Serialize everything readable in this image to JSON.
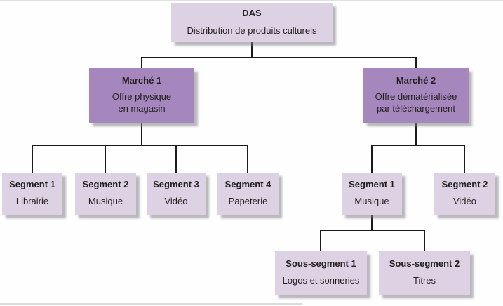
{
  "diagram": {
    "root": {
      "title": "DAS",
      "subtitle": "Distribution de produits culturels"
    },
    "markets": [
      {
        "title": "Marché 1",
        "subtitle": "Offre physique\nen magasin"
      },
      {
        "title": "Marché 2",
        "subtitle": "Offre dématérialisée\npar téléchargement"
      }
    ],
    "market1_segments": [
      {
        "title": "Segment 1",
        "subtitle": "Librairie"
      },
      {
        "title": "Segment 2",
        "subtitle": "Musique"
      },
      {
        "title": "Segment 3",
        "subtitle": "Vidéo"
      },
      {
        "title": "Segment 4",
        "subtitle": "Papeterie"
      }
    ],
    "market2_segments": [
      {
        "title": "Segment 1",
        "subtitle": "Musique"
      },
      {
        "title": "Segment 2",
        "subtitle": "Vidéo"
      }
    ],
    "subsegments": [
      {
        "title": "Sous-segment 1",
        "subtitle": "Logos et sonneries"
      },
      {
        "title": "Sous-segment 2",
        "subtitle": "Titres"
      }
    ],
    "colors": {
      "light_box": "#ddd2e4",
      "dark_box": "#a687bd",
      "connector": "#1a1a1a",
      "text": "#231f20"
    }
  }
}
